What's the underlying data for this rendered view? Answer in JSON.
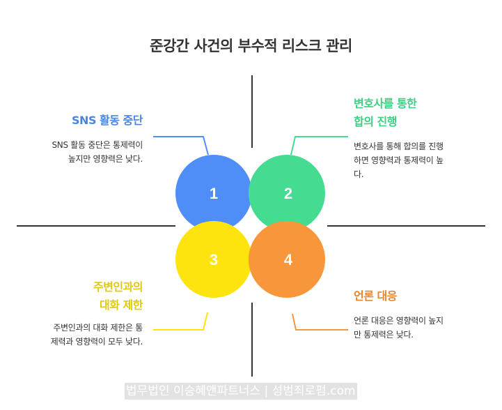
{
  "title": "준강간 사건의 부수적 리스크 관리",
  "items": [
    {
      "number": "1",
      "heading": "SNS 활동 중단",
      "description_lines": [
        "SNS 활동 중단은 통제력이",
        "높지만 영향력은 낮다."
      ],
      "color": "#4f8ef7"
    },
    {
      "number": "2",
      "heading_lines": [
        "변호사를 통한",
        "합의 진행"
      ],
      "description_lines": [
        "변호사를 통해 합의를 진행",
        "하면 영향력과 통제력이 높",
        "다."
      ],
      "color": "#45dc91"
    },
    {
      "number": "3",
      "heading_lines": [
        "주변인과의",
        "대화 제한"
      ],
      "description_lines": [
        "주변인과의 대화 제한은 통",
        "제력과 영향력이 모두 낮다."
      ],
      "color": "#fde40f"
    },
    {
      "number": "4",
      "heading": "언론 대응",
      "description_lines": [
        "언론 대응은 영향력이 높지",
        "만 통제력은 낮다."
      ],
      "color": "#f7963a"
    }
  ],
  "heading_colors": {
    "1": "#4a86e0",
    "2": "#3fcf82",
    "3": "#e0c912",
    "4": "#e8842e"
  },
  "watermark": "법무법인 이승혜앤파트너스 | 성범죄로펌.com"
}
